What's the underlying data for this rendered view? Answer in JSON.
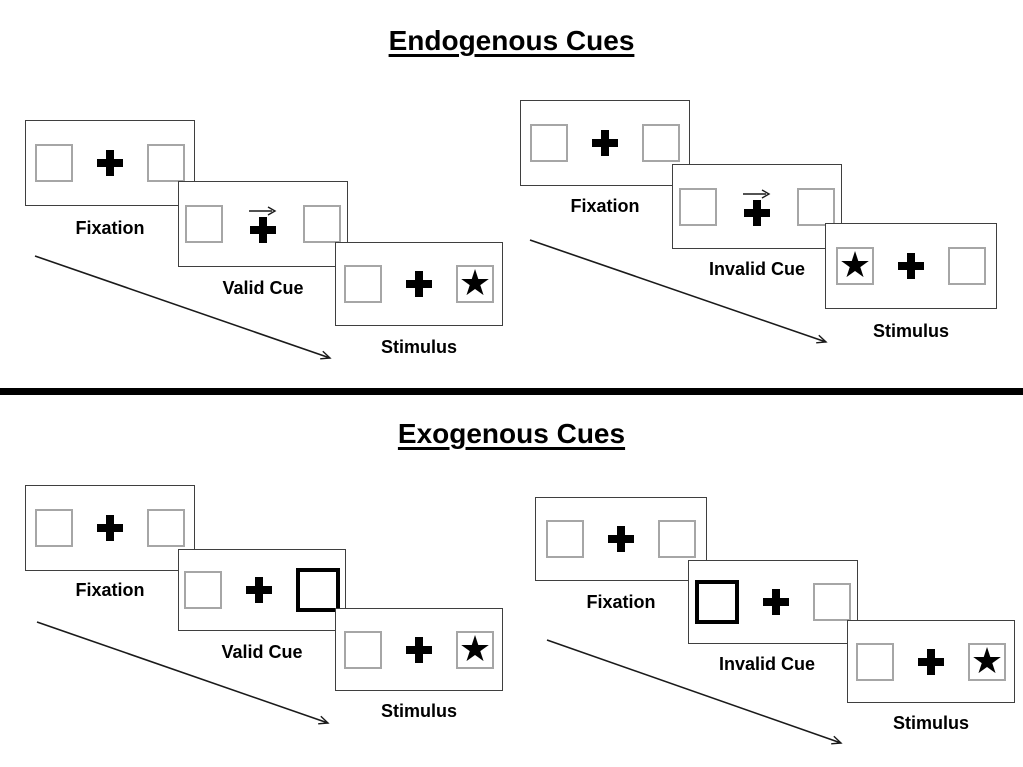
{
  "diagram": {
    "glyphs": {
      "star": "★"
    },
    "colors": {
      "ink": "#000000",
      "panel_border": "#3f3f3f",
      "box_border": "#a6a6a6",
      "background": "#ffffff"
    },
    "sections": [
      {
        "title": "Endogenous Cues",
        "cue_style": "central arrow above fixation cross",
        "sequences": [
          {
            "name": "valid-trial",
            "panels": [
              {
                "label": "Fixation",
                "left_box": "empty",
                "right_box": "empty",
                "center": "cross"
              },
              {
                "label": "Valid Cue",
                "left_box": "empty",
                "right_box": "empty",
                "center": "cross-with-right-arrow"
              },
              {
                "label": "Stimulus",
                "left_box": "empty",
                "right_box": "star",
                "center": "cross"
              }
            ]
          },
          {
            "name": "invalid-trial",
            "panels": [
              {
                "label": "Fixation",
                "left_box": "empty",
                "right_box": "empty",
                "center": "cross"
              },
              {
                "label": "Invalid Cue",
                "left_box": "empty",
                "right_box": "empty",
                "center": "cross-with-right-arrow"
              },
              {
                "label": "Stimulus",
                "left_box": "star",
                "right_box": "empty",
                "center": "cross"
              }
            ]
          }
        ]
      },
      {
        "title": "Exogenous Cues",
        "cue_style": "peripheral box brightening (thick outline)",
        "sequences": [
          {
            "name": "valid-trial",
            "panels": [
              {
                "label": "Fixation",
                "left_box": "empty",
                "right_box": "empty",
                "center": "cross"
              },
              {
                "label": "Valid Cue",
                "left_box": "empty",
                "right_box": "thick-outline",
                "center": "cross"
              },
              {
                "label": "Stimulus",
                "left_box": "empty",
                "right_box": "star",
                "center": "cross"
              }
            ]
          },
          {
            "name": "invalid-trial",
            "panels": [
              {
                "label": "Fixation",
                "left_box": "empty",
                "right_box": "empty",
                "center": "cross"
              },
              {
                "label": "Invalid Cue",
                "left_box": "thick-outline",
                "right_box": "empty",
                "center": "cross"
              },
              {
                "label": "Stimulus",
                "left_box": "empty",
                "right_box": "star",
                "center": "cross"
              }
            ]
          }
        ]
      }
    ]
  }
}
